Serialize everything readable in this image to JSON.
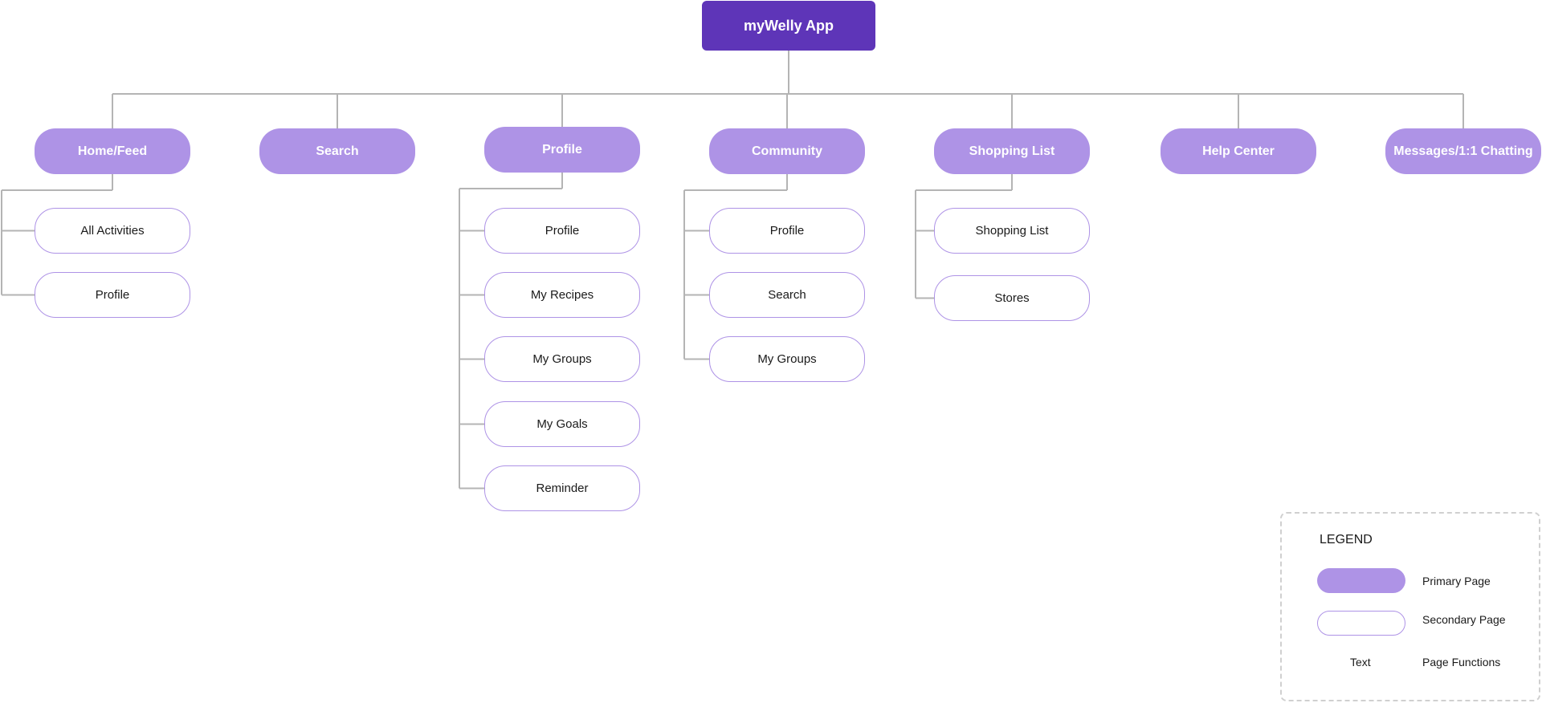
{
  "diagram": {
    "root": "myWelly App",
    "branches": [
      {
        "label": "Home/Feed",
        "children": [
          "All Activities",
          "Profile"
        ]
      },
      {
        "label": "Search",
        "children": []
      },
      {
        "label": "Profile",
        "children": [
          "Profile",
          "My Recipes",
          "My Groups",
          "My Goals",
          "Reminder"
        ]
      },
      {
        "label": "Community",
        "children": [
          "Profile",
          "Search",
          "My Groups"
        ]
      },
      {
        "label": "Shopping List",
        "children": [
          "Shopping List",
          "Stores"
        ]
      },
      {
        "label": "Help Center",
        "children": []
      },
      {
        "label": "Messages/1:1 Chatting",
        "children": []
      }
    ]
  },
  "legend": {
    "title": "LEGEND",
    "primary_label": "Primary Page",
    "secondary_label": "Secondary Page",
    "text_sample": "Text",
    "text_label": "Page Functions"
  },
  "colors": {
    "root": "#5e35b8",
    "primary": "#ae93e6",
    "secondary_border": "#ae93e6",
    "connector": "#b4b4b4"
  }
}
